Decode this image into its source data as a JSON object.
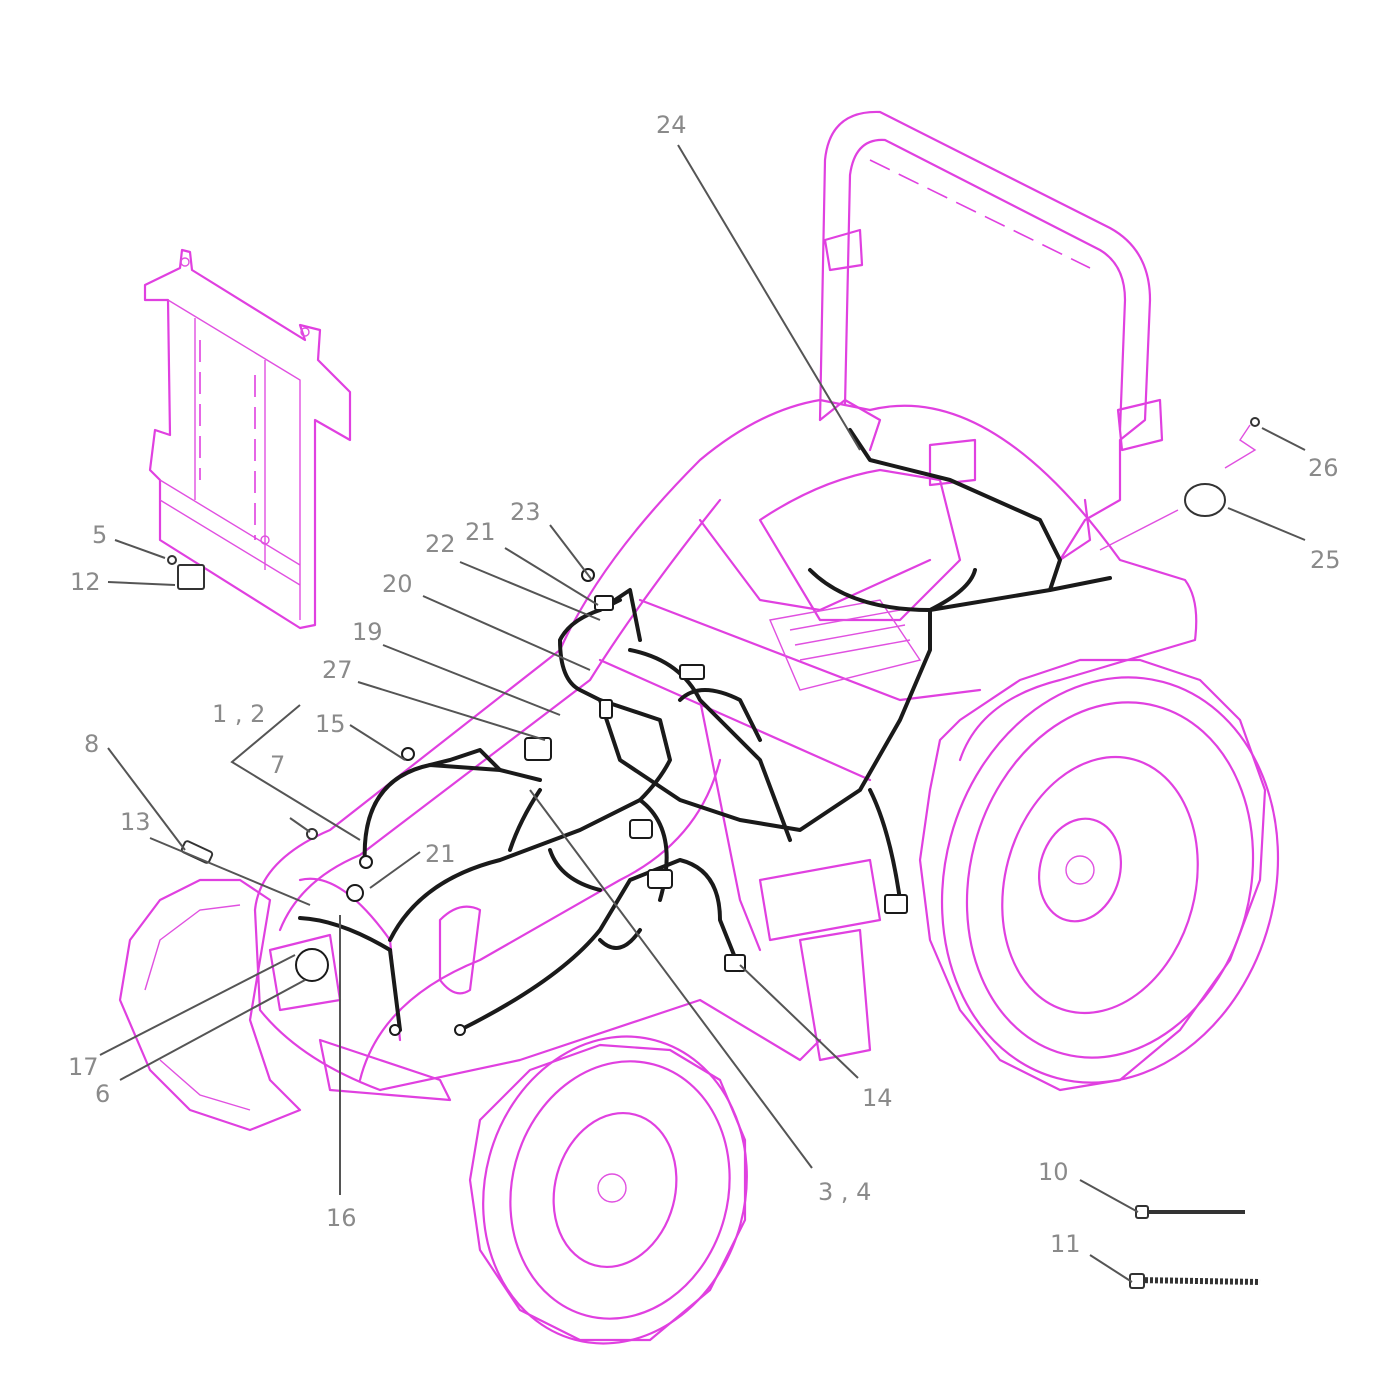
{
  "colors": {
    "outline": "#e040e0",
    "harness": "#1a1a1a",
    "label": "#8a8a8a",
    "background": "#ffffff"
  },
  "callouts": [
    {
      "id": "c24",
      "text": "24"
    },
    {
      "id": "c26",
      "text": "26"
    },
    {
      "id": "c25",
      "text": "25"
    },
    {
      "id": "c5",
      "text": "5"
    },
    {
      "id": "c12",
      "text": "12"
    },
    {
      "id": "c23",
      "text": "23"
    },
    {
      "id": "c22",
      "text": "22"
    },
    {
      "id": "c21a",
      "text": "21"
    },
    {
      "id": "c20",
      "text": "20"
    },
    {
      "id": "c19",
      "text": "19"
    },
    {
      "id": "c27",
      "text": "27"
    },
    {
      "id": "c12b",
      "text": "1 , 2"
    },
    {
      "id": "c15",
      "text": "15"
    },
    {
      "id": "c8",
      "text": "8"
    },
    {
      "id": "c7",
      "text": "7"
    },
    {
      "id": "c21b",
      "text": "21"
    },
    {
      "id": "c13",
      "text": "13"
    },
    {
      "id": "c17",
      "text": "17"
    },
    {
      "id": "c6",
      "text": "6"
    },
    {
      "id": "c16",
      "text": "16"
    },
    {
      "id": "c14",
      "text": "14"
    },
    {
      "id": "c34",
      "text": "3 , 4"
    },
    {
      "id": "c10",
      "text": "10"
    },
    {
      "id": "c11",
      "text": "11"
    }
  ]
}
